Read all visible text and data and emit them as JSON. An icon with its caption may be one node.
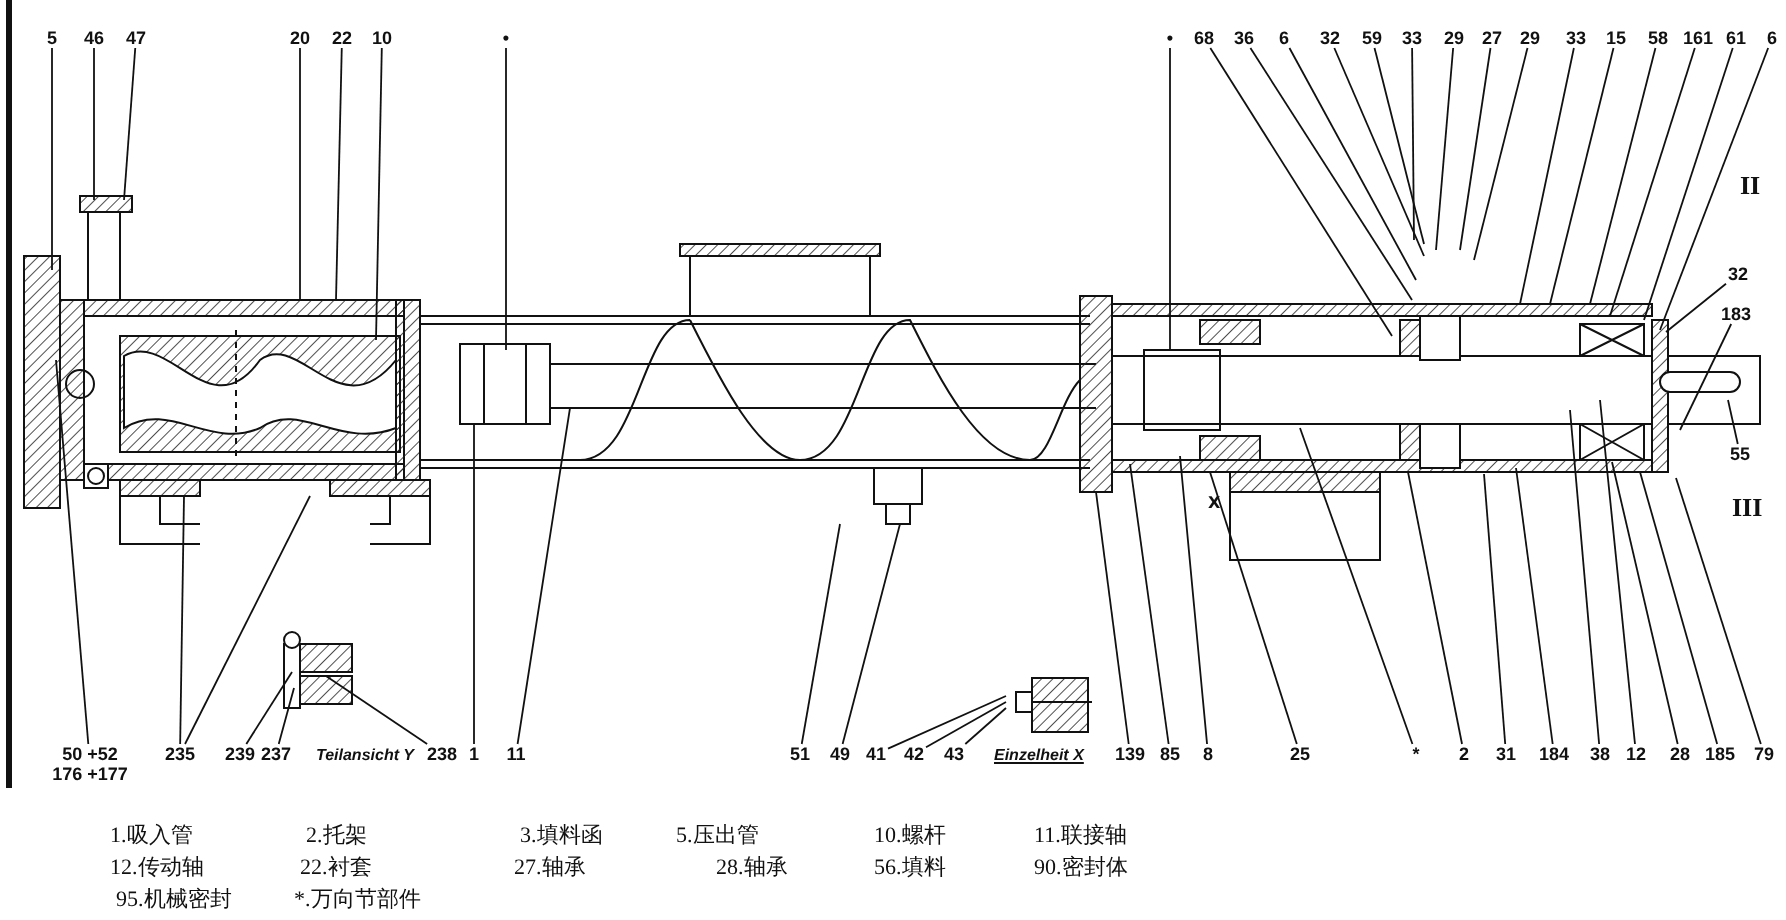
{
  "diagram": {
    "nodes": [
      {
        "text": [
          "5"
        ]
      },
      {
        "text": [
          "46"
        ]
      },
      {
        "text": [
          "47"
        ]
      },
      {
        "text": [
          "20"
        ]
      },
      {
        "text": [
          "22"
        ]
      },
      {
        "text": [
          "10"
        ]
      },
      {
        "text": [
          "•"
        ]
      },
      {
        "text": [
          "•"
        ]
      },
      {
        "text": [
          "68"
        ]
      },
      {
        "text": [
          "36"
        ]
      },
      {
        "text": [
          "6"
        ]
      },
      {
        "text": [
          "32"
        ]
      },
      {
        "text": [
          "59"
        ]
      },
      {
        "text": [
          "33"
        ]
      },
      {
        "text": [
          "29"
        ]
      },
      {
        "text": [
          "27"
        ]
      },
      {
        "text": [
          "29"
        ]
      },
      {
        "text": [
          "33"
        ]
      },
      {
        "text": [
          "15"
        ]
      },
      {
        "text": [
          "58"
        ]
      },
      {
        "text": [
          "161"
        ]
      },
      {
        "text": [
          "61"
        ]
      },
      {
        "text": [
          "6"
        ]
      },
      {
        "text": [
          "32"
        ]
      },
      {
        "text": [
          "183"
        ]
      },
      {
        "text": [
          "55"
        ]
      },
      {
        "text": [
          "50 +52 176 +177"
        ]
      },
      {
        "text": [
          "235"
        ]
      },
      {
        "text": [
          "239"
        ]
      },
      {
        "text": [
          "237"
        ]
      },
      {
        "text": [
          "238"
        ]
      },
      {
        "text": [
          "1"
        ]
      },
      {
        "text": [
          "11"
        ]
      },
      {
        "text": [
          "51"
        ]
      },
      {
        "text": [
          "49"
        ]
      },
      {
        "text": [
          "41"
        ]
      },
      {
        "text": [
          "42"
        ]
      },
      {
        "text": [
          "43"
        ]
      },
      {
        "text": [
          "139"
        ]
      },
      {
        "text": [
          "85"
        ]
      },
      {
        "text": [
          "8"
        ]
      },
      {
        "text": [
          "25"
        ]
      },
      {
        "text": [
          "*"
        ]
      },
      {
        "text": [
          "2"
        ]
      },
      {
        "text": [
          "31"
        ]
      },
      {
        "text": [
          "184"
        ]
      },
      {
        "text": [
          "38"
        ]
      },
      {
        "text": [
          "12"
        ]
      },
      {
        "text": [
          "28"
        ]
      },
      {
        "text": [
          "185"
        ]
      },
      {
        "text": [
          "79"
        ]
      }
    ],
    "edges": [
      {
        "from": 0,
        "to": null,
        "arrow": "none"
      },
      {
        "from": 1,
        "to": null,
        "arrow": "none"
      },
      {
        "from": 2,
        "to": null,
        "arrow": "none"
      },
      {
        "from": 3,
        "to": null,
        "arrow": "none"
      },
      {
        "from": 4,
        "to": null,
        "arrow": "none"
      },
      {
        "from": 5,
        "to": null,
        "arrow": "none"
      },
      {
        "from": 6,
        "to": null,
        "arrow": "none"
      },
      {
        "from": 7,
        "to": null,
        "arrow": "none"
      },
      {
        "from": 8,
        "to": null,
        "arrow": "none"
      },
      {
        "from": 9,
        "to": null,
        "arrow": "none"
      },
      {
        "from": 10,
        "to": null,
        "arrow": "none"
      },
      {
        "from": 11,
        "to": null,
        "arrow": "none"
      },
      {
        "from": 12,
        "to": null,
        "arrow": "none"
      },
      {
        "from": 13,
        "to": null,
        "arrow": "none"
      },
      {
        "from": 14,
        "to": null,
        "arrow": "none"
      },
      {
        "from": 15,
        "to": null,
        "arrow": "none"
      },
      {
        "from": 16,
        "to": null,
        "arrow": "none"
      },
      {
        "from": 17,
        "to": null,
        "arrow": "none"
      },
      {
        "from": 18,
        "to": null,
        "arrow": "none"
      },
      {
        "from": 19,
        "to": null,
        "arrow": "none"
      },
      {
        "from": 20,
        "to": null,
        "arrow": "none"
      },
      {
        "from": 21,
        "to": null,
        "arrow": "none"
      },
      {
        "from": 22,
        "to": null,
        "arrow": "none"
      },
      {
        "from": 23,
        "to": null,
        "arrow": "none"
      },
      {
        "from": 24,
        "to": null,
        "arrow": "none"
      },
      {
        "from": 25,
        "to": null,
        "arrow": "none"
      },
      {
        "from": 26,
        "to": null,
        "arrow": "none"
      },
      {
        "from": 27,
        "to": null,
        "arrow": "none"
      },
      {
        "from": 27,
        "to": null,
        "arrow": "none"
      },
      {
        "from": 28,
        "to": null,
        "arrow": "none"
      },
      {
        "from": 29,
        "to": null,
        "arrow": "none"
      },
      {
        "from": 30,
        "to": null,
        "arrow": "none"
      },
      {
        "from": 31,
        "to": null,
        "arrow": "none"
      },
      {
        "from": 32,
        "to": null,
        "arrow": "none"
      },
      {
        "from": 33,
        "to": null,
        "arrow": "none"
      },
      {
        "from": 34,
        "to": null,
        "arrow": "none"
      },
      {
        "from": 35,
        "to": null,
        "arrow": "none"
      },
      {
        "from": 36,
        "to": null,
        "arrow": "none"
      },
      {
        "from": 37,
        "to": null,
        "arrow": "none"
      },
      {
        "from": 38,
        "to": null,
        "arrow": "none"
      },
      {
        "from": 39,
        "to": null,
        "arrow": "none"
      },
      {
        "from": 40,
        "to": null,
        "arrow": "none"
      },
      {
        "from": 41,
        "to": null,
        "arrow": "none"
      },
      {
        "from": 42,
        "to": null,
        "arrow": "none"
      },
      {
        "from": 43,
        "to": null,
        "arrow": "none"
      },
      {
        "from": 44,
        "to": null,
        "arrow": "none"
      },
      {
        "from": 45,
        "to": null,
        "arrow": "none"
      },
      {
        "from": 46,
        "to": null,
        "arrow": "none"
      },
      {
        "from": 47,
        "to": null,
        "arrow": "none"
      },
      {
        "from": 48,
        "to": null,
        "arrow": "none"
      },
      {
        "from": 49,
        "to": null,
        "arrow": "none"
      },
      {
        "from": 50,
        "to": null,
        "arrow": "none"
      }
    ],
    "labels": [
      "II",
      "X",
      "III",
      "Teilansicht Y",
      "Einzelheit X",
      "1.吸入管",
      "2.托架",
      "3.填料函",
      "5.压出管",
      "10.螺杆",
      "11.联接轴",
      "12.传动轴",
      "22.衬套",
      "27.轴承",
      "28.轴承",
      "56.填料",
      "90.密封体",
      "95.机械密封",
      "*.万向节部件"
    ]
  }
}
